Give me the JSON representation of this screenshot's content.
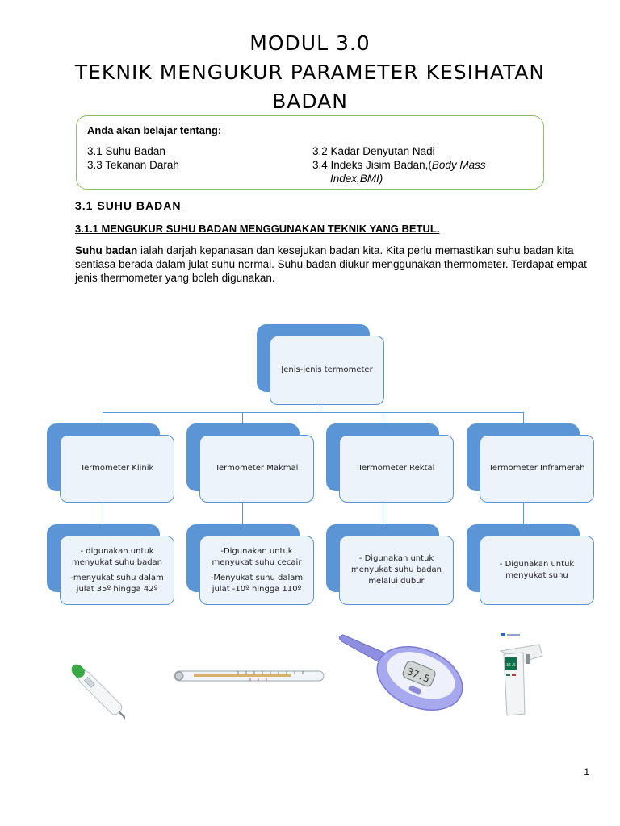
{
  "header": {
    "module": "MODUL 3.0",
    "title_line1": "TEKNIK MENGUKUR PARAMETER KESIHATAN",
    "title_line2": "BADAN"
  },
  "objectives": {
    "heading": "Anda akan belajar tentang:",
    "item1": "3.1 Suhu Badan",
    "item2": "3.2 Kadar Denyutan Nadi",
    "item3": "3.3 Tekanan Darah",
    "item4_prefix": "3.4 Indeks Jisim Badan,(",
    "item4_italic1": "Body Mass",
    "item4_italic2": "Index,BMI)"
  },
  "section": {
    "heading": "3.1 SUHU BADAN",
    "subheading": "3.1.1 MENGUKUR SUHU BADAN MENGGUNAKAN TEKNIK YANG BETUL.",
    "para_bold": "Suhu badan",
    "para_rest": " ialah darjah kepanasan dan kesejukan badan kita. Kita perlu memastikan suhu badan kita sentiasa berada dalam julat suhu normal. Suhu badan diukur menggunakan thermometer. Terdapat empat jenis thermometer yang boleh digunakan."
  },
  "diagram": {
    "root": "Jenis-jenis termometer",
    "types": [
      {
        "name": "Termometer Klinik",
        "desc1": "- digunakan untuk menyukat suhu badan",
        "desc2": "-menyukat suhu dalam julat 35º hingga 42º"
      },
      {
        "name": "Termometer Makmal",
        "desc1": "-Digunakan untuk menyukat suhu cecair",
        "desc2": "-Menyukat suhu dalam julat -10º hingga 110º"
      },
      {
        "name": "Termometer Rektal",
        "desc1": "- Digunakan untuk menyukat suhu badan melalui dubur",
        "desc2": ""
      },
      {
        "name": "Termometer Inframerah",
        "desc1": "- Digunakan untuk menyukat suhu",
        "desc2": ""
      }
    ]
  },
  "images": {
    "rectal_display": "37.5",
    "ir_display": "36.5"
  },
  "footer": {
    "page_number": "1"
  }
}
